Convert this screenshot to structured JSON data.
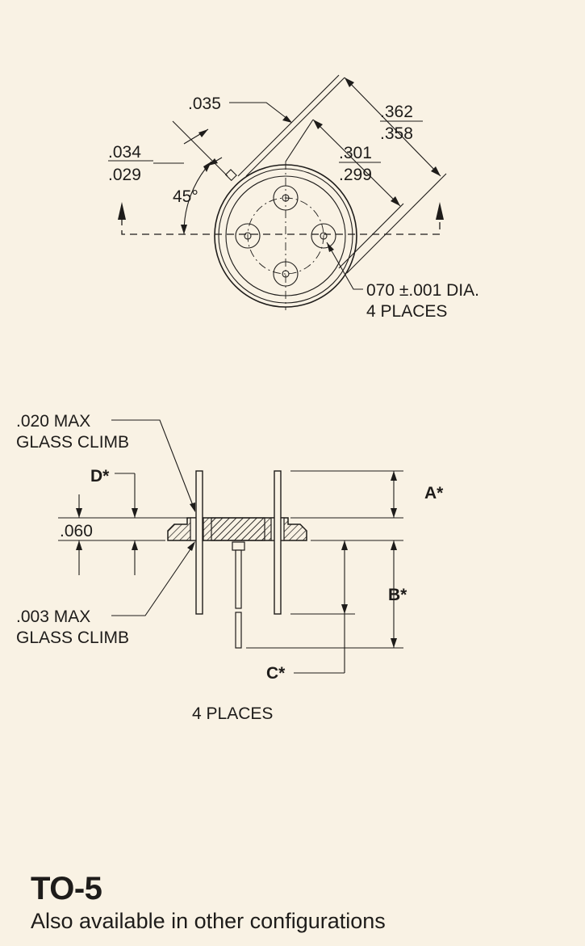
{
  "top_view": {
    "dim_035": ".035",
    "dim_034": ".034",
    "dim_029": ".029",
    "angle": "45°",
    "dim_362": ".362",
    "dim_358": ".358",
    "dim_301": ".301",
    "dim_299": ".299",
    "pin_dia_line1": "070 ±.001 DIA.",
    "pin_dia_line2": "4 PLACES"
  },
  "side_view": {
    "glass_top_line1": ".020 MAX",
    "glass_top_line2": "GLASS CLIMB",
    "glass_bot_line1": ".003 MAX",
    "glass_bot_line2": "GLASS CLIMB",
    "dim_060": ".060",
    "label_a": "A*",
    "label_b": "B*",
    "label_c": "C*",
    "label_d": "D*",
    "places": "4 PLACES"
  },
  "caption": {
    "title": "TO-5",
    "subtitle": "Also available in other configurations"
  }
}
